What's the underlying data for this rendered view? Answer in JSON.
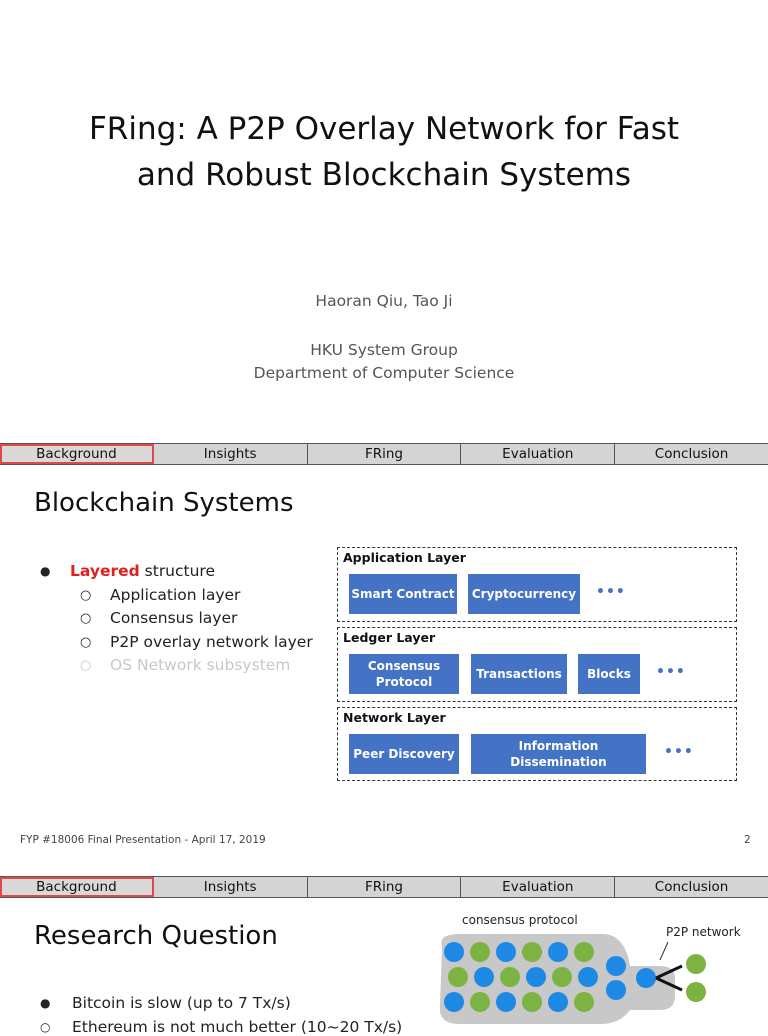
{
  "title_slide": {
    "title_line1": "FRing: A P2P Overlay Network for Fast",
    "title_line2": "and Robust Blockchain Systems",
    "authors": "Haoran Qiu, Tao Ji",
    "group": "HKU System Group",
    "department": "Department of Computer Science"
  },
  "nav": {
    "tabs": [
      "Background",
      "Insights",
      "FRing",
      "Evaluation",
      "Conclusion"
    ],
    "active": "Background"
  },
  "slide2": {
    "title": "Blockchain Systems",
    "bullet_highlight": "Layered",
    "bullet_rest": " structure",
    "sub_bullets": [
      "Application layer",
      "Consensus layer",
      "P2P overlay network layer"
    ],
    "faded_bullet": "OS Network subsystem",
    "layers": {
      "application": {
        "label": "Application Layer",
        "blocks": [
          "Smart Contract",
          "Cryptocurrency"
        ]
      },
      "ledger": {
        "label": "Ledger Layer",
        "blocks": [
          "Consensus Protocol",
          "Transactions",
          "Blocks"
        ]
      },
      "network": {
        "label": "Network Layer",
        "blocks": [
          "Peer Discovery",
          "Information Dissemination"
        ]
      }
    },
    "ellipsis": "•••",
    "footer": "FYP #18006 Final Presentation - April 17, 2019",
    "page_number": "2"
  },
  "slide3": {
    "title": "Research Question",
    "diagram_label_consensus": "consensus protocol",
    "diagram_label_p2p": "P2P network",
    "bullet1": "Bitcoin is slow (up to 7 Tx/s)",
    "bullet2": "Ethereum is not much better (10~20 Tx/s)"
  },
  "colors": {
    "accent_blue": "#4472c4",
    "highlight_red": "#e02020",
    "active_tab_border": "#e0494b",
    "node_blue": "#1e88e5",
    "node_green": "#7cb342"
  }
}
